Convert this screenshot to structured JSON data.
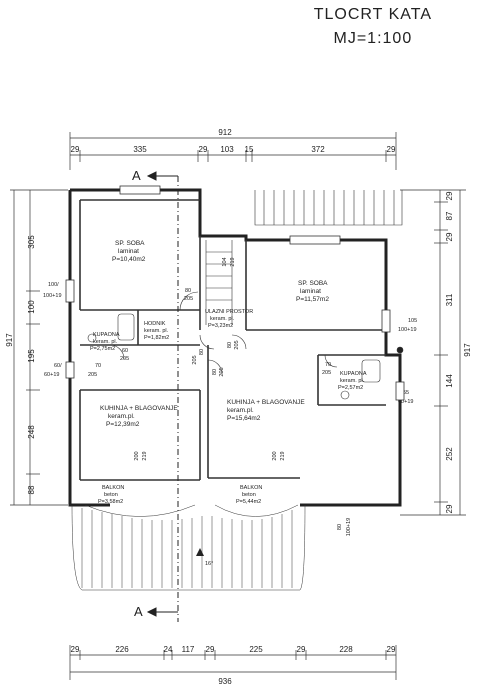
{
  "title": {
    "line1": "TLOCRT KATA",
    "line2": "MJ=1:100"
  },
  "top_dims": {
    "overall": "912",
    "segments": [
      "29",
      "335",
      "29",
      "103",
      "15",
      "372",
      "29"
    ]
  },
  "bottom_dims": {
    "overall": "936",
    "segments": [
      "29",
      "226",
      "24",
      "117",
      "29",
      "225",
      "29",
      "228",
      "29"
    ]
  },
  "left_dims": {
    "overall": "917",
    "segments": [
      "305",
      "100",
      "195",
      "248",
      "88"
    ],
    "extra": [
      "100/",
      "100+19",
      "60/",
      "60+19"
    ]
  },
  "right_dims": {
    "overall": "917",
    "segments": [
      "29",
      "87",
      "29",
      "311",
      "144",
      "252",
      "29"
    ],
    "extra": [
      "105",
      "100+19",
      "55",
      "60+19",
      "80",
      "100+19"
    ]
  },
  "rooms": [
    {
      "name": "SP. SOBA",
      "floor": "laminat",
      "area": "P=10,40m2"
    },
    {
      "name": "SP. SOBA",
      "floor": "laminat",
      "area": "P=11,57m2"
    },
    {
      "name": "ULAZNI PROSTOR",
      "floor": "keram. pl.",
      "area": "P=3,23m2"
    },
    {
      "name": "HODNIK",
      "floor": "keram. pl.",
      "area": "P=1,82m2"
    },
    {
      "name": "KUPAONA",
      "floor": "keram. pl.",
      "area": "P=2,75m2"
    },
    {
      "name": "KUPAONA",
      "floor": "keram. pl.",
      "area": "P=2,57m2"
    },
    {
      "name": "KUHINJA + BLAGOVANJE",
      "floor": "keram.pl.",
      "area": "P=12,39m2"
    },
    {
      "name": "KUHINJA + BLAGOVANJE",
      "floor": "keram.pl.",
      "area": "P=15,64m2"
    },
    {
      "name": "BALKON",
      "floor": "beton",
      "area": "P=3,58m2"
    },
    {
      "name": "BALKON",
      "floor": "beton",
      "area": "P=5,44m2"
    }
  ],
  "door_labels": [
    "80",
    "205",
    "70",
    "205",
    "60",
    "205",
    "80",
    "205",
    "70",
    "205",
    "80",
    "205",
    "80",
    "205",
    "200",
    "219",
    "200",
    "219",
    "104",
    "219"
  ],
  "section_label": "A",
  "roof_angle": "16°"
}
